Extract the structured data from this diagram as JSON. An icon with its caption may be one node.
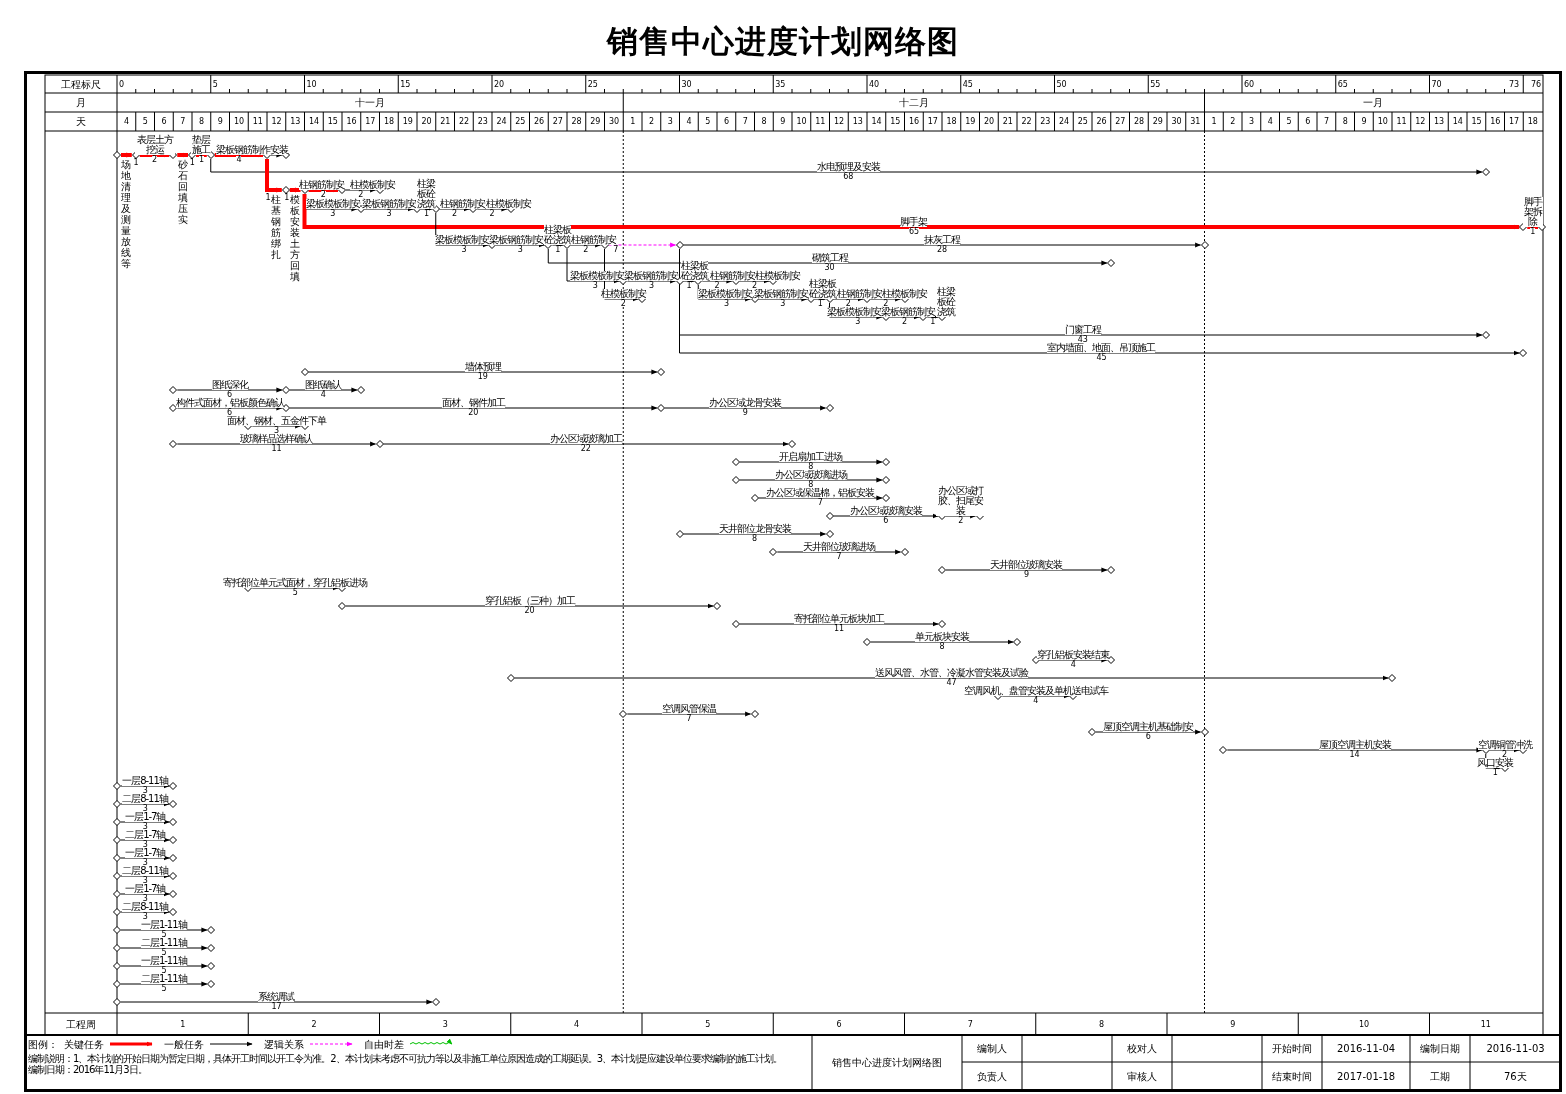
{
  "diagram": {
    "title": "销售中心进度计划网络图",
    "nodes": [
      {
        "text": [],
        "shape": "diamond"
      },
      {
        "text": [],
        "shape": "diamond"
      },
      {
        "text": [],
        "shape": "diamond"
      },
      {
        "text": [],
        "shape": "diamond"
      },
      {
        "text": [],
        "shape": "diamond"
      },
      {
        "text": [],
        "shape": "diamond"
      },
      {
        "text": [],
        "shape": "diamond"
      },
      {
        "text": [],
        "shape": "diamond"
      },
      {
        "text": [],
        "shape": "diamond"
      },
      {
        "text": [],
        "shape": "diamond"
      },
      {
        "text": [],
        "shape": "diamond"
      },
      {
        "text": [],
        "shape": "diamond"
      },
      {
        "text": [],
        "shape": "diamond"
      },
      {
        "text": [],
        "shape": "diamond"
      },
      {
        "text": [],
        "shape": "diamond"
      },
      {
        "text": [],
        "shape": "diamond"
      },
      {
        "text": [],
        "shape": "diamond"
      },
      {
        "text": [],
        "shape": "diamond"
      },
      {
        "text": [],
        "shape": "diamond"
      },
      {
        "text": [],
        "shape": "diamond"
      },
      {
        "text": [],
        "shape": "diamond"
      },
      {
        "text": [],
        "shape": "diamond"
      },
      {
        "text": [],
        "shape": "diamond"
      },
      {
        "text": [],
        "shape": "diamond"
      },
      {
        "text": [],
        "shape": "diamond"
      },
      {
        "text": [],
        "shape": "diamond"
      },
      {
        "text": [],
        "shape": "diamond"
      },
      {
        "text": [],
        "shape": "diamond"
      },
      {
        "text": [],
        "shape": "diamond"
      },
      {
        "text": [],
        "shape": "diamond"
      },
      {
        "text": [],
        "shape": "diamond"
      },
      {
        "text": [],
        "shape": "diamond"
      },
      {
        "text": [],
        "shape": "diamond"
      },
      {
        "text": [],
        "shape": "diamond"
      },
      {
        "text": [],
        "shape": "diamond"
      },
      {
        "text": [],
        "shape": "diamond"
      },
      {
        "text": [],
        "shape": "diamond"
      },
      {
        "text": [],
        "shape": "diamond"
      },
      {
        "text": [],
        "shape": "diamond"
      },
      {
        "text": [],
        "shape": "diamond"
      },
      {
        "text": [],
        "shape": "diamond"
      },
      {
        "text": [],
        "shape": "diamond"
      },
      {
        "text": [],
        "shape": "diamond"
      },
      {
        "text": [],
        "shape": "diamond"
      },
      {
        "text": [],
        "shape": "diamond"
      },
      {
        "text": [],
        "shape": "diamond"
      },
      {
        "text": [],
        "shape": "diamond"
      },
      {
        "text": [],
        "shape": "diamond"
      },
      {
        "text": [],
        "shape": "diamond"
      },
      {
        "text": [],
        "shape": "diamond"
      },
      {
        "text": [],
        "shape": "diamond"
      },
      {
        "text": [],
        "shape": "diamond"
      },
      {
        "text": [],
        "shape": "diamond"
      },
      {
        "text": [],
        "shape": "diamond"
      },
      {
        "text": [],
        "shape": "diamond"
      },
      {
        "text": [],
        "shape": "diamond"
      },
      {
        "text": [],
        "shape": "diamond"
      },
      {
        "text": [],
        "shape": "diamond"
      },
      {
        "text": [],
        "shape": "diamond"
      },
      {
        "text": [],
        "shape": "diamond"
      },
      {
        "text": [],
        "shape": "diamond"
      },
      {
        "text": [],
        "shape": "diamond"
      },
      {
        "text": [],
        "shape": "diamond"
      },
      {
        "text": [],
        "shape": "diamond"
      },
      {
        "text": [],
        "shape": "diamond"
      },
      {
        "text": [],
        "shape": "diamond"
      },
      {
        "text": [],
        "shape": "diamond"
      },
      {
        "text": [],
        "shape": "diamond"
      },
      {
        "text": [],
        "shape": "diamond"
      },
      {
        "text": [],
        "shape": "diamond"
      },
      {
        "text": [],
        "shape": "diamond"
      },
      {
        "text": [],
        "shape": "diamond"
      },
      {
        "text": [],
        "shape": "diamond"
      },
      {
        "text": [],
        "shape": "diamond"
      },
      {
        "text": [],
        "shape": "diamond"
      },
      {
        "text": [],
        "shape": "diamond"
      },
      {
        "text": [],
        "shape": "diamond"
      },
      {
        "text": [],
        "shape": "diamond"
      },
      {
        "text": [],
        "shape": "diamond"
      },
      {
        "text": [],
        "shape": "diamond"
      },
      {
        "text": [],
        "shape": "diamond"
      },
      {
        "text": [],
        "shape": "diamond"
      },
      {
        "text": [],
        "shape": "diamond"
      },
      {
        "text": [],
        "shape": "diamond"
      },
      {
        "text": [],
        "shape": "diamond"
      },
      {
        "text": [],
        "shape": "diamond"
      },
      {
        "text": [],
        "shape": "diamond"
      },
      {
        "text": [],
        "shape": "diamond"
      },
      {
        "text": [],
        "shape": "diamond"
      },
      {
        "text": [],
        "shape": "diamond"
      },
      {
        "text": [],
        "shape": "diamond"
      },
      {
        "text": [],
        "shape": "diamond"
      },
      {
        "text": [],
        "shape": "diamond"
      },
      {
        "text": [],
        "shape": "diamond"
      },
      {
        "text": [],
        "shape": "diamond"
      },
      {
        "text": [],
        "shape": "diamond"
      },
      {
        "text": [],
        "shape": "diamond"
      },
      {
        "text": [],
        "shape": "diamond"
      },
      {
        "text": [],
        "shape": "diamond"
      },
      {
        "text": [],
        "shape": "diamond"
      },
      {
        "text": [],
        "shape": "diamond"
      },
      {
        "text": [],
        "shape": "diamond"
      },
      {
        "text": [],
        "shape": "diamond"
      },
      {
        "text": [],
        "shape": "diamond"
      },
      {
        "text": [],
        "shape": "diamond"
      },
      {
        "text": [],
        "shape": "diamond"
      },
      {
        "text": [],
        "shape": "diamond"
      },
      {
        "text": [],
        "shape": "diamond"
      },
      {
        "text": [],
        "shape": "diamond"
      },
      {
        "text": [],
        "shape": "diamond"
      },
      {
        "text": [],
        "shape": "diamond"
      },
      {
        "text": [],
        "shape": "diamond"
      },
      {
        "text": [],
        "shape": "diamond"
      },
      {
        "text": [],
        "shape": "diamond"
      },
      {
        "text": [],
        "shape": "diamond"
      },
      {
        "text": [],
        "shape": "diamond"
      },
      {
        "text": [],
        "shape": "diamond"
      },
      {
        "text": [],
        "shape": "diamond"
      },
      {
        "text": [],
        "shape": "diamond"
      }
    ],
    "edges": [
      {
        "from": 0,
        "to": 1,
        "arrow": "to",
        "label": "场地清理及测量放线等",
        "style": "thick",
        "color": "#ff0000"
      },
      {
        "from": 1,
        "to": 2,
        "arrow": "to",
        "label": "表层土方挖运",
        "style": "thick",
        "color": "#ff0000"
      },
      {
        "from": 2,
        "to": 3,
        "arrow": "to",
        "label": "砂石回填压实",
        "style": "thick",
        "color": "#ff0000"
      },
      {
        "from": 3,
        "to": 4,
        "arrow": "to",
        "label": "垫层施工",
        "style": "thick",
        "color": "#ff0000"
      },
      {
        "from": 4,
        "to": 5,
        "arrow": "to",
        "label": "梁板钢筋制作安装",
        "style": "thick",
        "color": "#ff0000"
      },
      {
        "from": 5,
        "to": 6,
        "arrow": "to"
      },
      {
        "from": 4,
        "to": 7,
        "arrow": "to",
        "label": "水电预埋及安装"
      },
      {
        "from": 5,
        "to": 8,
        "arrow": "to",
        "label": "柱基钢筋绑扎",
        "style": "thick",
        "color": "#ff0000"
      },
      {
        "from": 8,
        "to": 9,
        "arrow": "to",
        "label": "模板安装土方回填",
        "style": "thick",
        "color": "#ff0000"
      },
      {
        "from": 9,
        "to": 10,
        "arrow": "to",
        "label": "柱钢筋制安",
        "style": "thick",
        "color": "#ff0000"
      },
      {
        "from": 10,
        "to": 11,
        "arrow": "to",
        "label": "柱模板制安"
      },
      {
        "from": 9,
        "to": 12,
        "arrow": "to",
        "label": "梁板模板制安"
      },
      {
        "from": 12,
        "to": 13,
        "arrow": "to",
        "label": "梁板钢筋制安"
      },
      {
        "from": 13,
        "to": 14,
        "arrow": "to",
        "label": "柱梁板砼浇筑"
      },
      {
        "from": 14,
        "to": 15,
        "arrow": "to",
        "label": "柱钢筋制安"
      },
      {
        "from": 15,
        "to": 16,
        "arrow": "to",
        "label": "柱模板制安"
      },
      {
        "from": 9,
        "to": 17,
        "arrow": "to",
        "label": "脚手架",
        "style": "thick",
        "color": "#ff0000"
      },
      {
        "from": 17,
        "to": 18,
        "arrow": "to",
        "label": "脚手架拆除",
        "style": "thick",
        "color": "#ff0000"
      },
      {
        "from": 14,
        "to": 19,
        "arrow": "to",
        "label": "梁板模板制安"
      },
      {
        "from": 19,
        "to": 20,
        "arrow": "to",
        "label": "梁板钢筋制安"
      },
      {
        "from": 20,
        "to": 21,
        "arrow": "to",
        "label": "柱梁板砼浇筑"
      },
      {
        "from": 21,
        "to": 22,
        "arrow": "to",
        "label": "柱钢筋制安"
      },
      {
        "from": 22,
        "to": 23,
        "arrow": "to",
        "style": "dashed",
        "color": "#ff00ff"
      },
      {
        "from": 23,
        "to": 24,
        "arrow": "to",
        "label": "抹灰工程"
      },
      {
        "from": 20,
        "to": 25,
        "arrow": "to",
        "label": "砌筑工程"
      },
      {
        "from": 21,
        "to": 26,
        "arrow": "to",
        "label": "梁板模板制安"
      },
      {
        "from": 26,
        "to": 27,
        "arrow": "to",
        "label": "梁板钢筋制安"
      },
      {
        "from": 27,
        "to": 28,
        "arrow": "to",
        "label": "柱梁板砼浇筑"
      },
      {
        "from": 28,
        "to": 29,
        "arrow": "to",
        "label": "柱钢筋制安"
      },
      {
        "from": 29,
        "to": 30,
        "arrow": "to",
        "label": "柱模板制安"
      },
      {
        "from": 22,
        "to": 31,
        "arrow": "to",
        "label": "柱模板制安"
      },
      {
        "from": 28,
        "to": 32,
        "arrow": "to",
        "label": "梁板模板制安"
      },
      {
        "from": 32,
        "to": 33,
        "arrow": "to",
        "label": "梁板钢筋制安"
      },
      {
        "from": 33,
        "to": 34,
        "arrow": "to",
        "label": "柱梁板砼浇筑"
      },
      {
        "from": 34,
        "to": 35,
        "arrow": "to",
        "label": "柱钢筋制安"
      },
      {
        "from": 35,
        "to": 36,
        "arrow": "to",
        "label": "柱模板制安"
      },
      {
        "from": 34,
        "to": 37,
        "arrow": "to",
        "label": "梁板模板制安"
      },
      {
        "from": 37,
        "to": 38,
        "arrow": "to",
        "label": "梁板钢筋制安"
      },
      {
        "from": 38,
        "to": 39,
        "arrow": "to",
        "label": "柱梁板砼浇筑"
      },
      {
        "from": 23,
        "to": 40,
        "arrow": "to",
        "label": "门窗工程"
      },
      {
        "from": 23,
        "to": 41,
        "arrow": "to",
        "label": "室内墙面、地面、吊顶施工"
      },
      {
        "from": 42,
        "to": 43,
        "arrow": "to",
        "label": "墙体预埋"
      },
      {
        "from": 44,
        "to": 45,
        "arrow": "to",
        "label": "图纸深化"
      },
      {
        "from": 45,
        "to": 46,
        "arrow": "to",
        "label": "图纸确认"
      },
      {
        "from": 47,
        "to": 48,
        "arrow": "to",
        "label": "构件式面材，铝板颜色确认"
      },
      {
        "from": 48,
        "to": 49,
        "arrow": "to",
        "label": "面材、钢件加工"
      },
      {
        "from": 49,
        "to": 50,
        "arrow": "to",
        "label": "办公区域龙骨安装"
      },
      {
        "from": 51,
        "to": 52,
        "arrow": "to",
        "label": "面材、钢材、五金件下单"
      },
      {
        "from": 53,
        "to": 54,
        "arrow": "to",
        "label": "玻璃样品选样确认"
      },
      {
        "from": 54,
        "to": 55,
        "arrow": "to",
        "label": "办公区域玻璃加工"
      },
      {
        "from": 56,
        "to": 57,
        "arrow": "to",
        "label": "开启扇加工进场"
      },
      {
        "from": 58,
        "to": 59,
        "arrow": "to",
        "label": "办公区域玻璃进场"
      },
      {
        "from": 60,
        "to": 61,
        "arrow": "to",
        "label": "办公区域保温棉，铝板安装"
      },
      {
        "from": 62,
        "to": 63,
        "arrow": "to",
        "label": "办公区域玻璃安装"
      },
      {
        "from": 63,
        "to": 64,
        "arrow": "to",
        "label": "办公区域打胶、扫尾安装"
      },
      {
        "from": 65,
        "to": 66,
        "arrow": "to",
        "label": "天井部位龙骨安装"
      },
      {
        "from": 67,
        "to": 68,
        "arrow": "to",
        "label": "天井部位玻璃进场"
      },
      {
        "from": 69,
        "to": 70,
        "arrow": "to",
        "label": "天井部位玻璃安装"
      },
      {
        "from": 71,
        "to": 72,
        "arrow": "to",
        "label": "寄托部位单元式面材，穿孔铝板进场"
      },
      {
        "from": 73,
        "to": 74,
        "arrow": "to",
        "label": "穿孔铝板（三种）加工"
      },
      {
        "from": 75,
        "to": 76,
        "arrow": "to",
        "label": "寄托部位单元板块加工"
      },
      {
        "from": 77,
        "to": 78,
        "arrow": "to",
        "label": "单元板块安装"
      },
      {
        "from": 79,
        "to": 80,
        "arrow": "to",
        "label": "穿孔铝板安装结束"
      },
      {
        "from": 81,
        "to": 82,
        "arrow": "to",
        "label": "送风风管、水管、冷凝水管安装及试验"
      },
      {
        "from": 83,
        "to": 84,
        "arrow": "to",
        "label": "空调风机、盘管安装及单机送电试车"
      },
      {
        "from": 85,
        "to": 86,
        "arrow": "to",
        "label": "空调风管保温"
      },
      {
        "from": 87,
        "to": 88,
        "arrow": "to",
        "label": "屋顶空调主机基础制安"
      },
      {
        "from": 89,
        "to": 90,
        "arrow": "to",
        "label": "屋顶空调主机安装"
      },
      {
        "from": 90,
        "to": 91,
        "arrow": "to",
        "label": "空调铜管冲洗"
      },
      {
        "from": 90,
        "to": 92,
        "arrow": "to",
        "label": "风口安装"
      },
      {
        "from": 93,
        "to": 94,
        "arrow": "to",
        "label": "一层8-11轴"
      },
      {
        "from": 95,
        "to": 96,
        "arrow": "to",
        "label": "二层8-11轴"
      },
      {
        "from": 97,
        "to": 98,
        "arrow": "to",
        "label": "一层1-7轴"
      },
      {
        "from": 99,
        "to": 100,
        "arrow": "to",
        "label": "二层1-7轴"
      },
      {
        "from": 101,
        "to": 102,
        "arrow": "to",
        "label": "一层1-7轴"
      },
      {
        "from": 103,
        "to": 104,
        "arrow": "to",
        "label": "二层8-11轴"
      },
      {
        "from": 105,
        "to": 106,
        "arrow": "to",
        "label": "一层1-7轴"
      },
      {
        "from": 107,
        "to": 108,
        "arrow": "to",
        "label": "二层8-11轴"
      },
      {
        "from": 109,
        "to": 110,
        "arrow": "to",
        "label": "一层1-11轴"
      },
      {
        "from": 111,
        "to": 112,
        "arrow": "to",
        "label": "二层1-11轴"
      },
      {
        "from": 113,
        "to": 114,
        "arrow": "to",
        "label": "一层1-11轴"
      },
      {
        "from": 115,
        "to": 116,
        "arrow": "to",
        "label": "二层1-11轴"
      },
      {
        "from": 117,
        "to": 118,
        "arrow": "to",
        "label": "系统调试"
      }
    ],
    "labels": [
      "工程标尺",
      "0",
      "5",
      "10",
      "15",
      "20",
      "25",
      "30",
      "35",
      "40",
      "45",
      "50",
      "55",
      "60",
      "65",
      "70",
      "73",
      "76",
      "月",
      "十一月",
      "十二月",
      "一月",
      "天",
      "4",
      "5",
      "6",
      "7",
      "8",
      "9",
      "10",
      "11",
      "12",
      "13",
      "14",
      "15",
      "16",
      "17",
      "18",
      "19",
      "20",
      "21",
      "22",
      "23",
      "24",
      "25",
      "26",
      "27",
      "28",
      "29",
      "30",
      "1",
      "2",
      "3",
      "4",
      "5",
      "6",
      "7",
      "8",
      "9",
      "10",
      "11",
      "12",
      "13",
      "14",
      "15",
      "16",
      "17",
      "18",
      "19",
      "20",
      "21",
      "22",
      "23",
      "24",
      "25",
      "26",
      "27",
      "28",
      "29",
      "30",
      "31",
      "1",
      "2",
      "3",
      "4",
      "5",
      "6",
      "7",
      "8",
      "9",
      "10",
      "11",
      "12",
      "13",
      "14",
      "15",
      "16",
      "17",
      "18",
      "1",
      "2",
      "1",
      "1",
      "4",
      "68",
      "1",
      "1",
      "2",
      "2",
      "3",
      "3",
      "1",
      "2",
      "2",
      "65",
      "1",
      "3",
      "3",
      "1",
      "2",
      "7",
      "28",
      "30",
      "3",
      "3",
      "1",
      "2",
      "2",
      "2",
      "3",
      "3",
      "1",
      "2",
      "2",
      "3",
      "2",
      "1",
      "43",
      "45",
      "19",
      "6",
      "4",
      "6",
      "20",
      "9",
      "3",
      "11",
      "22",
      "8",
      "8",
      "7",
      "6",
      "2",
      "8",
      "7",
      "9",
      "5",
      "20",
      "11",
      "8",
      "4",
      "47",
      "4",
      "7",
      "6",
      "14",
      "2",
      "1",
      "3",
      "3",
      "3",
      "3",
      "3",
      "3",
      "3",
      "3",
      "5",
      "5",
      "5",
      "5",
      "17",
      "工程周",
      "1",
      "2",
      "3",
      "4",
      "5",
      "6",
      "7",
      "8",
      "9",
      "10",
      "11",
      "图例：",
      "编制说明：1、本计划的开始日期为暂定日期，具体开工时间以开工令为准。2、本计划未考虑不可抗力等以及非施工单位原因造成的工期延误。3、本计划是应建设单位要求编制的施工计划。",
      "编制日期：2016年11月3日。",
      "销售中心进度计划网络图",
      "编制人",
      "校对人",
      "开始时间",
      "2016-11-04",
      "编制日期",
      "2016-11-03",
      "负责人",
      "审核人",
      "结束时间",
      "2017-01-18",
      "工期",
      "76天"
    ],
    "legend": [
      {
        "text": "关键任务"
      },
      {
        "text": "一般任务"
      },
      {
        "text": "逻辑关系"
      },
      {
        "text": "自由时差"
      }
    ]
  }
}
